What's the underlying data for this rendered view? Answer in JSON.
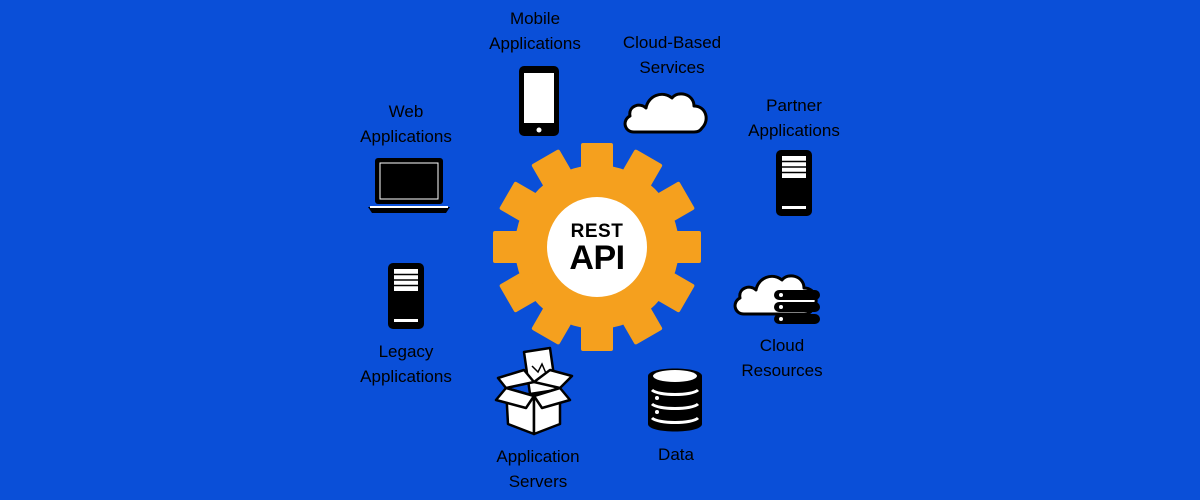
{
  "diagram": {
    "center": {
      "line1": "REST",
      "line2": "API"
    },
    "nodes": {
      "mobile": {
        "line1": "Mobile",
        "line2": "Applications",
        "icon": "smartphone-icon"
      },
      "cloud_services": {
        "line1": "Cloud-Based",
        "line2": "Services",
        "icon": "cloud-icon"
      },
      "web": {
        "line1": "Web",
        "line2": "Applications",
        "icon": "laptop-icon"
      },
      "partner": {
        "line1": "Partner",
        "line2": "Applications",
        "icon": "server-tower-icon"
      },
      "legacy": {
        "line1": "Legacy",
        "line2": "Applications",
        "icon": "server-tower-icon"
      },
      "cloud_resources": {
        "line1": "Cloud",
        "line2": "Resources",
        "icon": "cloud-database-icon"
      },
      "app_servers": {
        "line1": "Application",
        "line2": "Servers",
        "icon": "open-box-icon"
      },
      "data": {
        "line1": "Data",
        "icon": "database-icon"
      }
    },
    "colors": {
      "background": "#0a4fd8",
      "gear": "#f5a01e",
      "hub": "#ffffff",
      "icon_stroke": "#000000"
    }
  }
}
